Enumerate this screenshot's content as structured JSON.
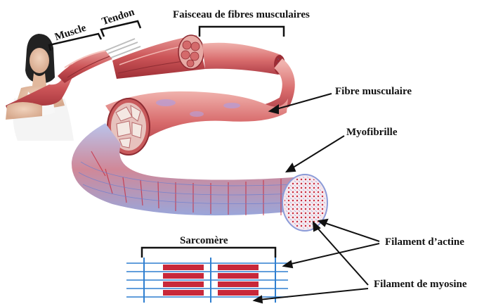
{
  "labels": {
    "muscle": "Muscle",
    "tendon": "Tendon",
    "faisceau": "Faisceau de fibres musculaires",
    "fibre": "Fibre musculaire",
    "myofibrille": "Myofibrille",
    "sarcomere": "Sarcomère",
    "actine": "Filament d’actine",
    "myosine": "Filament de myosine"
  },
  "colors": {
    "muscle_red": "#c8484f",
    "muscle_light": "#e58a8a",
    "myofibril_blue": "#8fa2d6",
    "myosin_red": "#c8283a",
    "actin_blue": "#2f7fd0",
    "text": "#111111"
  }
}
